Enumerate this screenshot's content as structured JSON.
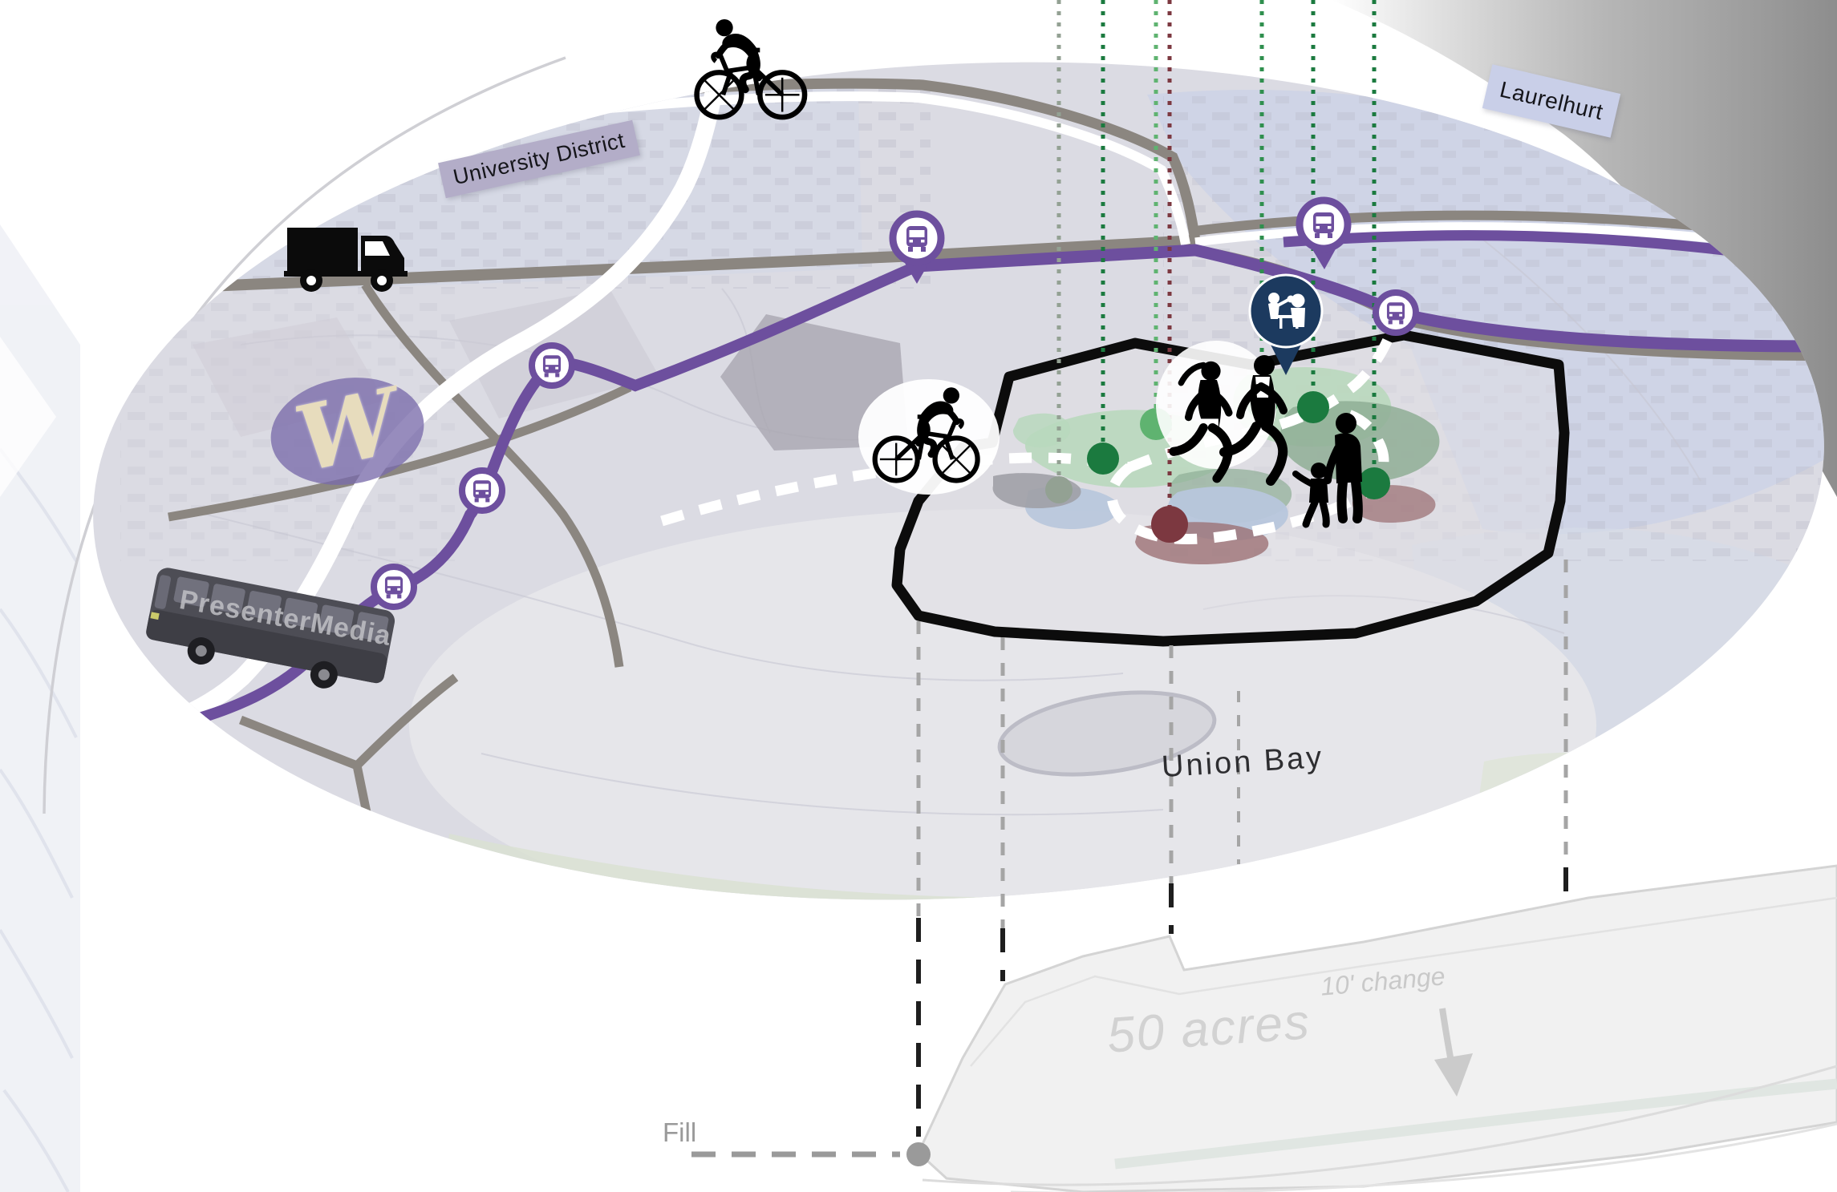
{
  "meta": {
    "title": "Site and transit analysis diagram — Union Bay / University District"
  },
  "labels": {
    "university_district": "University District",
    "laurelhurst": "Laurelhurt",
    "union_bay": "Union Bay",
    "site_area": "50 acres",
    "elevation_change": "10' change",
    "fill": "Fill",
    "watermark": "PresenterMedia",
    "university_logo": "W"
  },
  "icons": {
    "bus_stop_icon": "bus glyph in purple circle (4 stops)",
    "transit_pin_icon": "bus glyph in purple teardrop map pin (2 pins)",
    "picnic_pin_icon": "people at table in navy map pin",
    "cyclist_icon": "road cyclist silhouette (2)",
    "runner_icon": "jogger silhouettes (2)",
    "family_icon": "adult with child silhouette",
    "truck_icon": "delivery truck silhouette",
    "bus_icon": "3D transit bus",
    "arrow_down_icon": "grey elevation arrow"
  },
  "colors": {
    "transit_purple": "#6d4f9e",
    "road_grey": "#8b8680",
    "road_white": "#ffffff",
    "site_boundary_black": "#0c0c0c",
    "sign_lavender": "#b3adc8",
    "sign_blue": "#c9cfe8",
    "logo_purple": "#7a6baa",
    "logo_gold": "#e7dcbd",
    "park_green_light": "#b9d8bd",
    "park_green_sage": "#8fae95",
    "pond_blue": "#b7c6dc",
    "soil_maroon": "#9c7276",
    "marker_green": "#3f9e57",
    "marker_dark_green": "#1b7a3f",
    "marker_light_green": "#5fb370",
    "marker_maroon": "#7c3840",
    "marker_grey_green": "#93a193",
    "pin_navy": "#1c3a5f",
    "annotation_grey": "#9a9a9a",
    "terrace_grey": "#d4d4d4"
  }
}
